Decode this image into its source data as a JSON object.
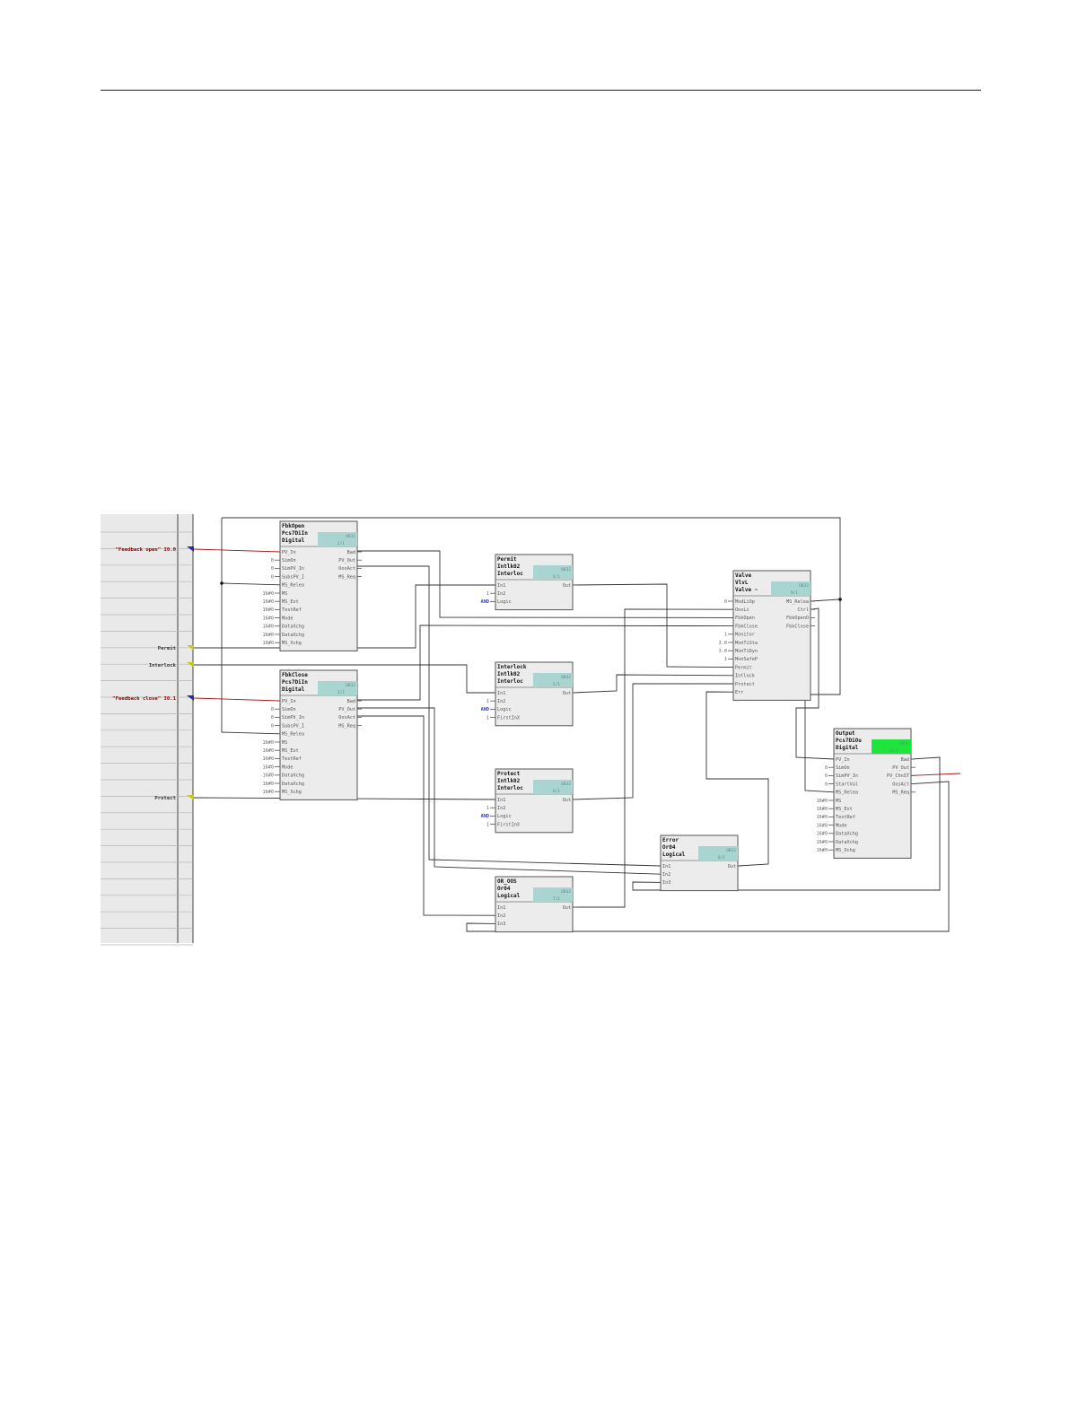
{
  "signals": [
    {
      "label": "\"Feedback open\" I0.0",
      "color": "red"
    },
    {
      "label": "Permit",
      "color": "black"
    },
    {
      "label": "Interlock",
      "color": "black"
    },
    {
      "label": "\"Feedback close\" I0.1",
      "color": "red"
    },
    {
      "label": "Protect",
      "color": "black"
    }
  ],
  "colors": {
    "badge": "#a9d5d1",
    "badge_active": "#1ee43c",
    "block": "#ececec",
    "signal_wire": "#a01818"
  },
  "blocks": [
    {
      "id": "fbkopen",
      "title": [
        "FbkOpen",
        "Pcs7DiIn",
        "Digital"
      ],
      "badge": [
        "OB32",
        "2/1"
      ],
      "active": false,
      "inputs": [
        {
          "pin": "PV_In",
          "val": ""
        },
        {
          "pin": "SimOn",
          "val": "0"
        },
        {
          "pin": "SimPV_In",
          "val": "0"
        },
        {
          "pin": "SubsPV_I",
          "val": "0"
        },
        {
          "pin": "MS_Relea",
          "val": ""
        },
        {
          "pin": "MS",
          "val": "16#0"
        },
        {
          "pin": "MS_Ext",
          "val": "16#0"
        },
        {
          "pin": "TestRef",
          "val": "16#0"
        },
        {
          "pin": "Mode",
          "val": "16#0"
        },
        {
          "pin": "DataXchg",
          "val": "16#0"
        },
        {
          "pin": "DataXchg",
          "val": "16#0"
        },
        {
          "pin": "MS_Xchg",
          "val": "16#0"
        }
      ],
      "outputs": [
        "Bad",
        "PV_Out",
        "OosAct",
        "MS_Req"
      ]
    },
    {
      "id": "fbkclose",
      "title": [
        "FbkClose",
        "Pcs7DiIn",
        "Digital"
      ],
      "badge": [
        "OB32",
        "3/1"
      ],
      "active": false,
      "inputs": [
        {
          "pin": "PV_In",
          "val": ""
        },
        {
          "pin": "SimOn",
          "val": "0"
        },
        {
          "pin": "SimPV_In",
          "val": "0"
        },
        {
          "pin": "SubsPV_I",
          "val": "0"
        },
        {
          "pin": "MS_Relea",
          "val": ""
        },
        {
          "pin": "MS",
          "val": "16#0"
        },
        {
          "pin": "MS_Ext",
          "val": "16#0"
        },
        {
          "pin": "TestRef",
          "val": "16#0"
        },
        {
          "pin": "Mode",
          "val": "16#0"
        },
        {
          "pin": "DataXchg",
          "val": "16#0"
        },
        {
          "pin": "DataXchg",
          "val": "16#0"
        },
        {
          "pin": "MS_Xchg",
          "val": "16#0"
        }
      ],
      "outputs": [
        "Bad",
        "PV_Out",
        "OosAct",
        "MS_Req"
      ]
    },
    {
      "id": "permit",
      "title": [
        "Permit",
        "Intlk02",
        "Interloc"
      ],
      "badge": [
        "OB32",
        "4/1"
      ],
      "active": false,
      "inputs": [
        {
          "pin": "In1",
          "val": ""
        },
        {
          "pin": "In2",
          "val": "1"
        },
        {
          "pin": "Logic",
          "val": "AND"
        }
      ],
      "outputs": [
        "Out"
      ]
    },
    {
      "id": "interlock",
      "title": [
        "Interlock",
        "Intlk02",
        "Interloc"
      ],
      "badge": [
        "OB32",
        "5/1"
      ],
      "active": false,
      "inputs": [
        {
          "pin": "In1",
          "val": ""
        },
        {
          "pin": "In2",
          "val": "1"
        },
        {
          "pin": "Logic",
          "val": "AND"
        },
        {
          "pin": "FirstInX",
          "val": "1"
        }
      ],
      "outputs": [
        "Out"
      ]
    },
    {
      "id": "protect",
      "title": [
        "Protect",
        "Intlk02",
        "Interloc"
      ],
      "badge": [
        "OB32",
        "6/1"
      ],
      "active": false,
      "inputs": [
        {
          "pin": "In1",
          "val": ""
        },
        {
          "pin": "In2",
          "val": "1"
        },
        {
          "pin": "Logic",
          "val": "AND"
        },
        {
          "pin": "FirstInX",
          "val": "1"
        }
      ],
      "outputs": [
        "Out"
      ]
    },
    {
      "id": "or_oos",
      "title": [
        "OR_OOS",
        "Or04",
        "Logical"
      ],
      "badge": [
        "OB32",
        "7/1"
      ],
      "active": false,
      "inputs": [
        {
          "pin": "In1",
          "val": ""
        },
        {
          "pin": "In2",
          "val": ""
        },
        {
          "pin": "In3",
          "val": ""
        }
      ],
      "outputs": [
        "Out"
      ]
    },
    {
      "id": "error",
      "title": [
        "Error",
        "Or04",
        "Logical"
      ],
      "badge": [
        "OB32",
        "8/1"
      ],
      "active": false,
      "inputs": [
        {
          "pin": "In1",
          "val": ""
        },
        {
          "pin": "In2",
          "val": ""
        },
        {
          "pin": "In3",
          "val": ""
        }
      ],
      "outputs": [
        "Out"
      ]
    },
    {
      "id": "valve",
      "title": [
        "Valve",
        "VlvL",
        "Valve ~"
      ],
      "badge": [
        "OB32",
        "9/1"
      ],
      "active": false,
      "inputs": [
        {
          "pin": "ModLiOp",
          "val": "0"
        },
        {
          "pin": "OosLi",
          "val": ""
        },
        {
          "pin": "FbkOpen",
          "val": ""
        },
        {
          "pin": "FbkClose",
          "val": ""
        },
        {
          "pin": "Monitor",
          "val": "1"
        },
        {
          "pin": "MonTiSta",
          "val": "3.0"
        },
        {
          "pin": "MonTiDyn",
          "val": "3.0"
        },
        {
          "pin": "MonSafeP",
          "val": "1"
        },
        {
          "pin": "Permit",
          "val": ""
        },
        {
          "pin": "Intlock",
          "val": ""
        },
        {
          "pin": "Protect",
          "val": ""
        },
        {
          "pin": "Err",
          "val": ""
        }
      ],
      "outputs": [
        "MS_Relea",
        "Ctrl",
        "FbkOpenO",
        "FbkClose"
      ]
    },
    {
      "id": "output",
      "title": [
        "Output",
        "Pcs7DiOu",
        "Digital"
      ],
      "badge": [
        "OB32",
        "10/1"
      ],
      "active": true,
      "inputs": [
        {
          "pin": "PV_In",
          "val": ""
        },
        {
          "pin": "SimOn",
          "val": "0"
        },
        {
          "pin": "SimPV_In",
          "val": "0"
        },
        {
          "pin": "StartVal",
          "val": "0"
        },
        {
          "pin": "MS_Relea",
          "val": ""
        },
        {
          "pin": "MS",
          "val": "16#0"
        },
        {
          "pin": "MS_Ext",
          "val": "16#0"
        },
        {
          "pin": "TestRef",
          "val": "16#0"
        },
        {
          "pin": "Mode",
          "val": "16#0"
        },
        {
          "pin": "DataXchg",
          "val": "16#0"
        },
        {
          "pin": "DataXchg",
          "val": "16#0"
        },
        {
          "pin": "MS_Xchg",
          "val": "16#0"
        }
      ],
      "outputs": [
        "Bad",
        "PV_Out",
        "PV_ChnST",
        "OosAct",
        "MS_Req"
      ]
    }
  ]
}
